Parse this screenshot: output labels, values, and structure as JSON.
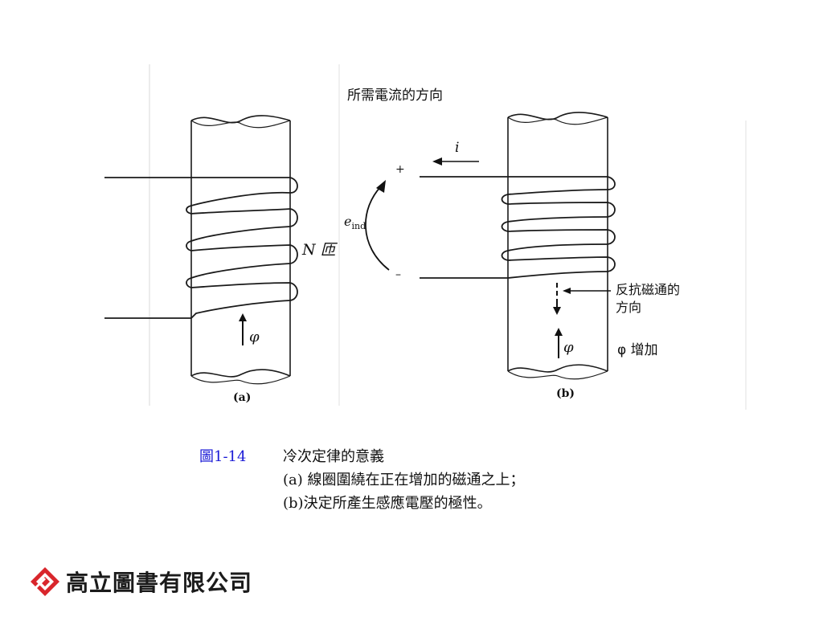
{
  "figure": {
    "title_top": "所需電流的方向",
    "label_turns": "N 匝",
    "label_phi_a": "φ",
    "label_a": "(a)",
    "label_i": "i",
    "label_plus": "+",
    "label_minus": "–",
    "label_eind_main": "e",
    "label_eind_sub": "ind",
    "label_oppose_line1": "反抗磁通的",
    "label_oppose_line2": "方向",
    "label_phi_b": "φ",
    "label_increase": "φ  增加",
    "label_b": "(b)"
  },
  "caption": {
    "number": "圖1-14",
    "title": "冷次定律的意義",
    "line_a": "(a)  線圈圍繞在正在增加的磁通之上；",
    "line_b": "(b)決定所產生感應電壓的極性。"
  },
  "publisher": {
    "name": "高立圖書有限公司",
    "logo_icon": "diamond-logo-icon",
    "logo_color": "#d9262c"
  }
}
